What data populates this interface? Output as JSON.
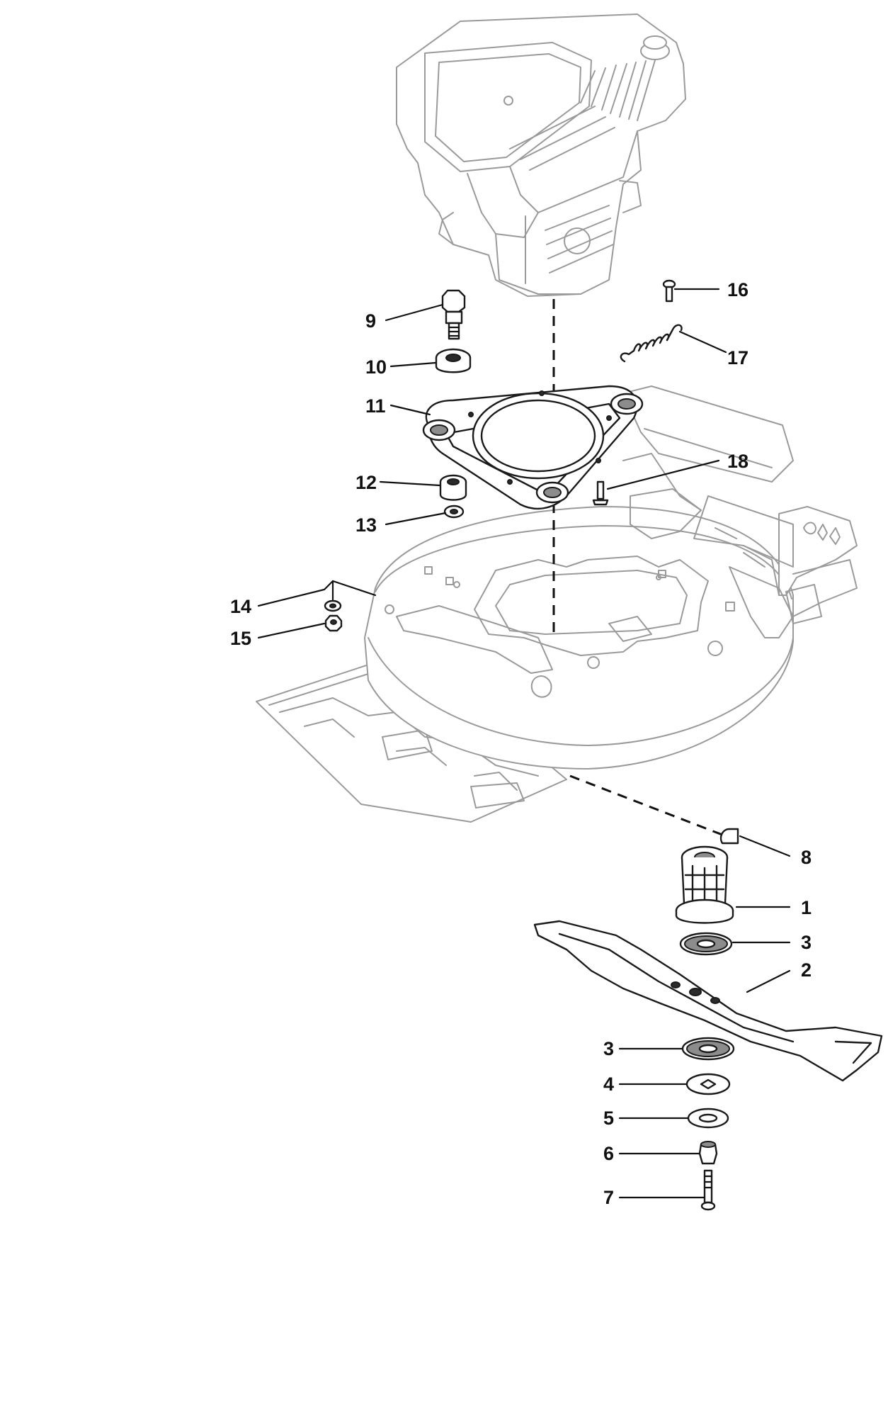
{
  "callouts": [
    {
      "id": "c1",
      "label": "1"
    },
    {
      "id": "c2",
      "label": "2"
    },
    {
      "id": "c3a",
      "label": "3"
    },
    {
      "id": "c3b",
      "label": "3"
    },
    {
      "id": "c4",
      "label": "4"
    },
    {
      "id": "c5",
      "label": "5"
    },
    {
      "id": "c6",
      "label": "6"
    },
    {
      "id": "c7",
      "label": "7"
    },
    {
      "id": "c8",
      "label": "8"
    },
    {
      "id": "c9",
      "label": "9"
    },
    {
      "id": "c10",
      "label": "10"
    },
    {
      "id": "c11",
      "label": "11"
    },
    {
      "id": "c12",
      "label": "12"
    },
    {
      "id": "c13",
      "label": "13"
    },
    {
      "id": "c14",
      "label": "14"
    },
    {
      "id": "c15",
      "label": "15"
    },
    {
      "id": "c16",
      "label": "16"
    },
    {
      "id": "c17",
      "label": "17"
    },
    {
      "id": "c18",
      "label": "18"
    }
  ],
  "colors": {
    "ink": "#111111",
    "reference_line": "#9a9a9a",
    "background": "#ffffff"
  }
}
